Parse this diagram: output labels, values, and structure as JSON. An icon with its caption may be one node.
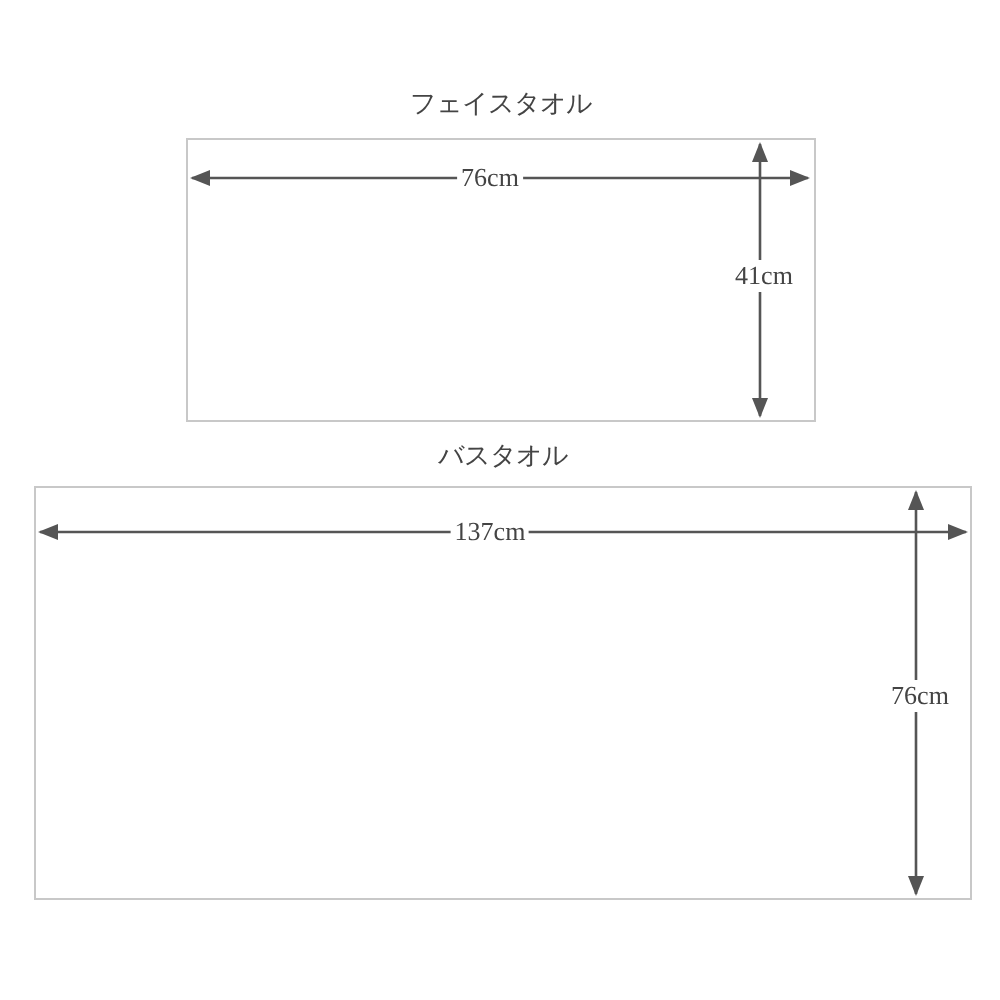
{
  "diagram": {
    "nodes": [
      {
        "text": [
          "フェイスタオル"
        ]
      },
      {
        "text": [
          "バスタオル"
        ]
      }
    ],
    "edges": [],
    "labels": [
      "76cm",
      "41cm",
      "137cm",
      "76cm"
    ]
  }
}
